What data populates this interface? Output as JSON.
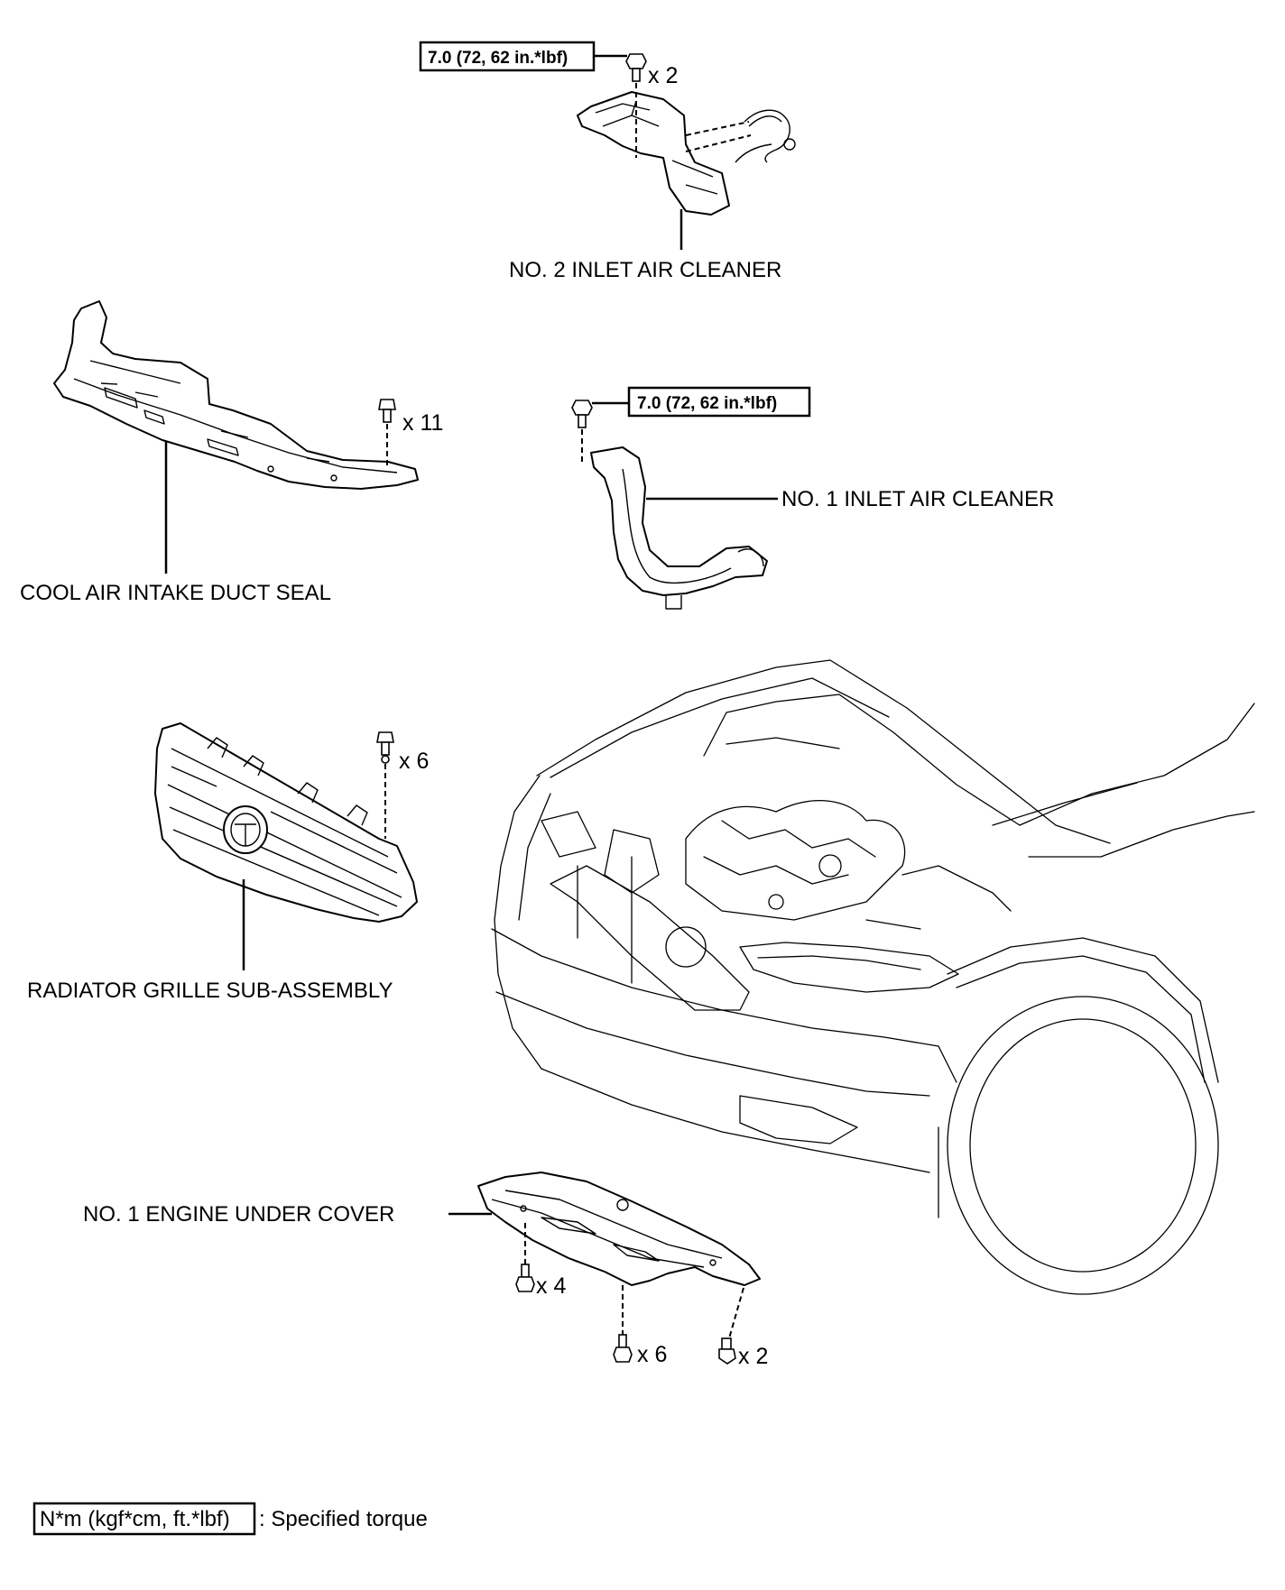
{
  "parts": {
    "no2_inlet": "NO. 2 INLET AIR CLEANER",
    "duct_seal": "COOL AIR INTAKE DUCT SEAL",
    "no1_inlet": "NO. 1 INLET AIR CLEANER",
    "grille": "RADIATOR GRILLE SUB-ASSEMBLY",
    "under_cover": "NO. 1 ENGINE UNDER COVER"
  },
  "torque": {
    "no2_inlet": "7.0 (72, 62 in.*lbf)",
    "no1_inlet": "7.0 (72, 62 in.*lbf)"
  },
  "quantities": {
    "no2_bolts": "x 2",
    "duct_seal_clips": "x 11",
    "grille_clips": "x 6",
    "under_cover_a": "x 4",
    "under_cover_b": "x 6",
    "under_cover_c": "x 2"
  },
  "legend": {
    "box_text": "N*m (kgf*cm, ft.*lbf)",
    "description": ": Specified torque"
  }
}
